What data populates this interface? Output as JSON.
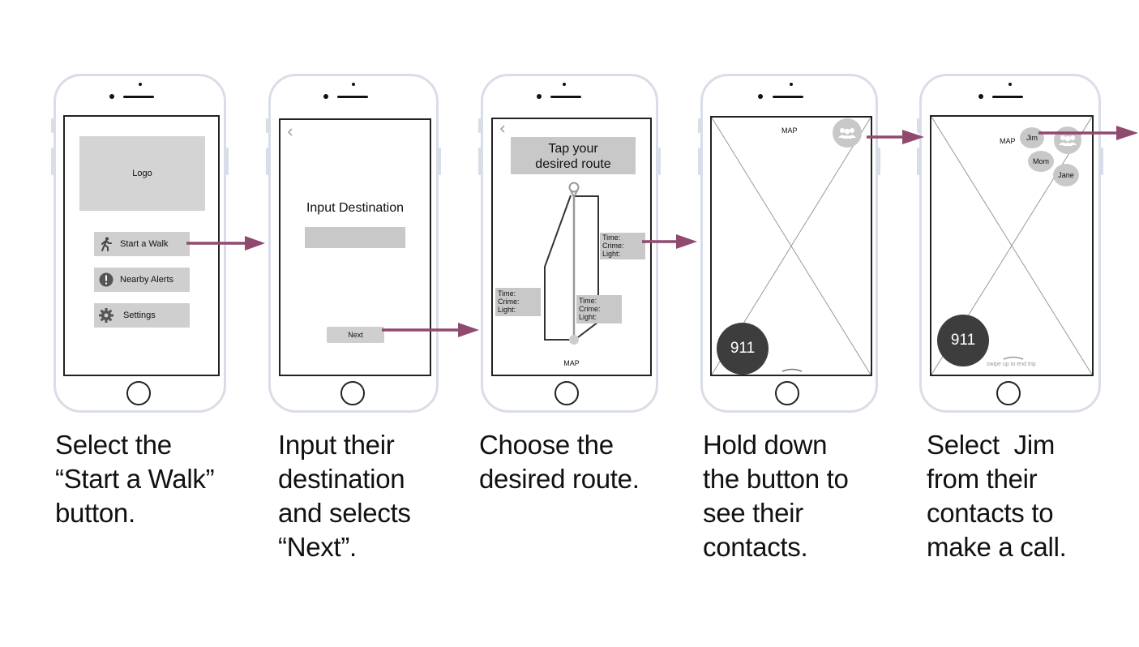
{
  "screens": [
    {
      "logo_label": "Logo",
      "menu": [
        {
          "label": "Start a Walk",
          "icon": "walking-person-icon"
        },
        {
          "label": "Nearby Alerts",
          "icon": "alert-icon"
        },
        {
          "label": "Settings",
          "icon": "gear-icon"
        }
      ]
    },
    {
      "back_icon": "chevron-left-icon",
      "heading": "Input Destination",
      "next_label": "Next"
    },
    {
      "back_icon": "chevron-left-icon",
      "instruction": "Tap your desired route",
      "route_info": [
        [
          "Time:",
          "Crime:",
          "Light:"
        ],
        [
          "Time:",
          "Crime:",
          "Light:"
        ],
        [
          "Time:",
          "Crime:",
          "Light:"
        ]
      ],
      "map_label": "MAP"
    },
    {
      "map_label": "MAP",
      "contacts_icon": "group-icon",
      "emergency_label": "911"
    },
    {
      "map_label": "MAP",
      "contacts": [
        "Jim",
        "Mom",
        "Jane"
      ],
      "contacts_icon": "group-icon",
      "emergency_label": "911",
      "swipe_hint": "swipe up to end trip"
    }
  ],
  "captions": [
    [
      "Select the",
      "“Start a Walk”",
      "button."
    ],
    [
      "Input their",
      "destination",
      "and selects",
      "“Next”."
    ],
    [
      "Choose the",
      "desired route."
    ],
    [
      "Hold down",
      "the button to",
      "see their",
      "contacts."
    ],
    [
      "Select  Jim",
      "from their",
      "contacts to",
      "make a call."
    ]
  ],
  "colors": {
    "arrow": "#8f4a6e",
    "phone_frame": "#d9dde8",
    "placeholder": "#d4d4d4",
    "dark_button": "#3d3d3d"
  }
}
